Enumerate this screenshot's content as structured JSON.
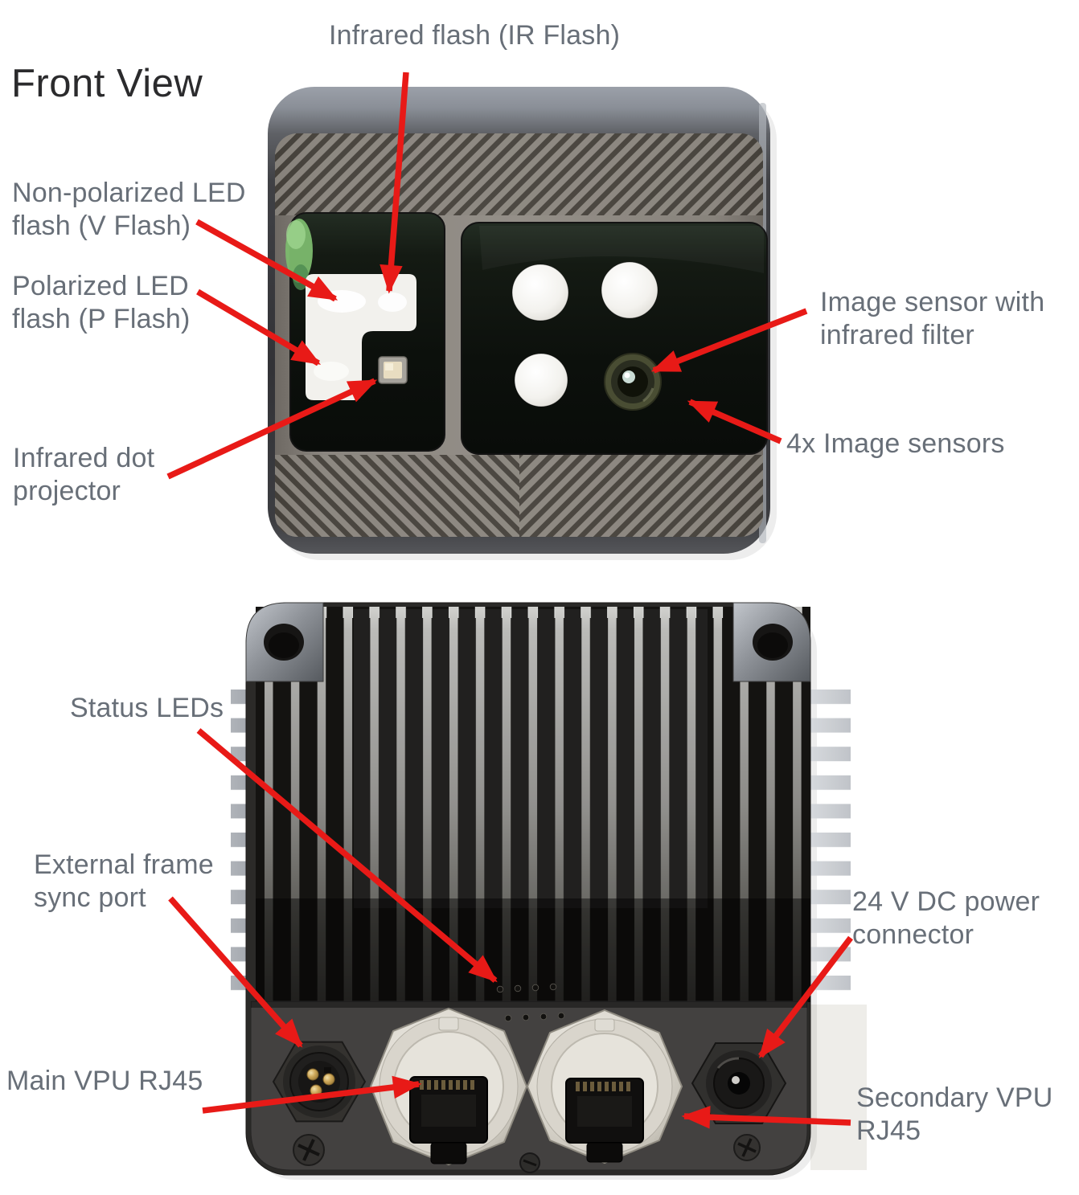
{
  "figure": {
    "front": {
      "title": "Front View",
      "labels": {
        "ir_flash": "Infrared flash (IR Flash)",
        "v_flash": "Non-polarized LED\nflash (V Flash)",
        "p_flash": "Polarized LED\nflash (P Flash)",
        "dot_projector": "Infrared dot\nprojector",
        "image_sensor": "Image sensor with\ninfrared filter",
        "image_sensors_4x": "4x Image sensors"
      }
    },
    "rear": {
      "labels": {
        "status_leds": "Status LEDs",
        "external_sync": "External frame\nsync port",
        "main_rj45": "Main VPU RJ45",
        "power": "24 V DC power\nconnector",
        "secondary_rj45": "Secondary VPU\nRJ45"
      }
    },
    "colors": {
      "annotation_arrow": "#e81a17",
      "label_text": "#686f78",
      "title_text": "#2b2b2d",
      "device_body": "#2b2a28",
      "flash_window": "#f2f1ed"
    }
  }
}
